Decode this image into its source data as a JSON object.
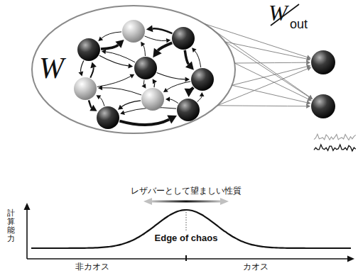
{
  "diagram": {
    "labels": [
      "W",
      "W",
      "out",
      "レザバーとして望ましい性質",
      "計算能力",
      "Edge of chaos",
      "非カオス",
      "カオス"
    ]
  }
}
